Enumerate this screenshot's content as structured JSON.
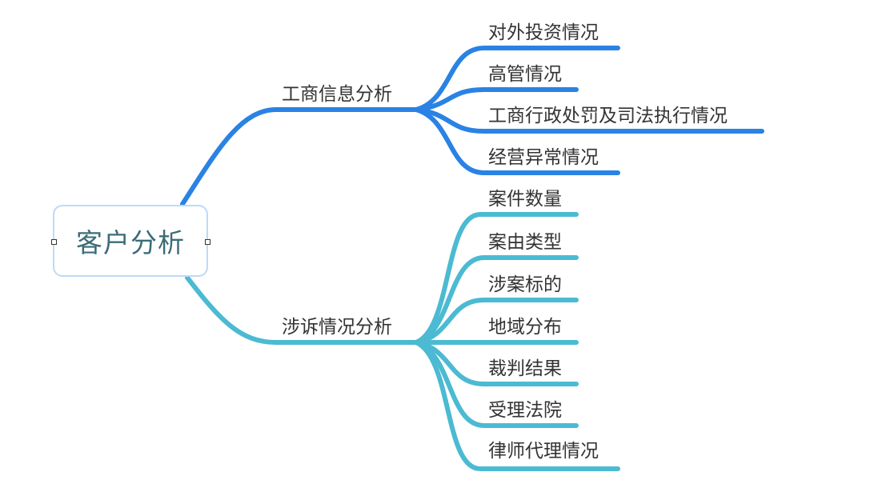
{
  "root": {
    "label": "客户分析"
  },
  "colors": {
    "branch_blue": "#2a82e4",
    "branch_teal": "#4bbad2",
    "root_border": "#bcdaf6",
    "root_text": "#3b6c78",
    "text": "#333333"
  },
  "branches": [
    {
      "label": "工商信息分析",
      "children": [
        "对外投资情况",
        "高管情况",
        "工商行政处罚及司法执行情况",
        "经营异常情况"
      ]
    },
    {
      "label": "涉诉情况分析",
      "children": [
        "案件数量",
        "案由类型",
        "涉案标的",
        "地域分布",
        "裁判结果",
        "受理法院",
        "律师代理情况"
      ]
    }
  ]
}
